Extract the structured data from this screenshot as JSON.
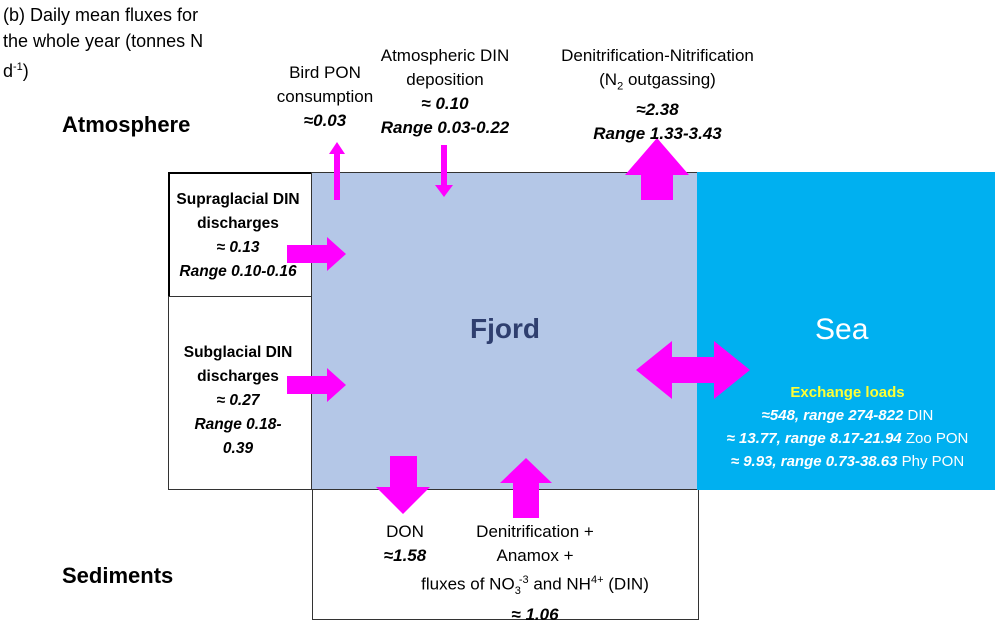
{
  "caption": {
    "line1": "(b) Daily mean fluxes for",
    "line2": "the whole year (tonnes N",
    "line3_base": "d",
    "line3_sup": "-1",
    "line3_end": ")"
  },
  "labels": {
    "atmosphere": "Atmosphere",
    "sediments": "Sediments",
    "fjord": "Fjord",
    "sea": "Sea"
  },
  "bird_pon": {
    "line1": "Bird PON",
    "line2": "consumption",
    "value": "≈0.03"
  },
  "atm_din": {
    "line1": "Atmospheric DIN",
    "line2": "deposition",
    "value": "≈ 0.10",
    "range": "Range 0.03-0.22"
  },
  "denit": {
    "line1": "Denitrification-Nitrification",
    "line2_open": "(N",
    "line2_sub": "2",
    "line2_rest": " outgassing)",
    "value": "≈2.38",
    "range": "Range 1.33-3.43"
  },
  "supraglacial": {
    "line1": "Supraglacial DIN",
    "line2": "discharges",
    "value": "≈ 0.13",
    "range": "Range 0.10-0.16"
  },
  "subglacial": {
    "line1": "Subglacial DIN",
    "line2": "discharges",
    "value": "≈ 0.27",
    "range1": "Range 0.18-",
    "range2": "0.39"
  },
  "exchange": {
    "title": "Exchange loads",
    "din_value": "≈548, range  274-822",
    "din_unit": " DIN",
    "zoo_value": "≈ 13.77, range 8.17-21.94",
    "zoo_unit": " Zoo PON",
    "phy_value": "≈ 9.93, range 0.73-38.63",
    "phy_unit": " Phy PON"
  },
  "don": {
    "label": "DON",
    "value": "≈1.58"
  },
  "sed_denit": {
    "line1": "Denitrification +",
    "line2": "Anamox +",
    "line3_a": "fluxes of NO",
    "line3_sub": "3",
    "line3_sup": "-3",
    "line3_b": " and NH",
    "line3_sup2": "4",
    "line3_sup2b": "+",
    "line3_c": " (DIN)",
    "value": "≈ 1.06"
  },
  "colors": {
    "fjord_fill": "#b4c7e7",
    "fjord_text": "#2f3f6f",
    "sea_fill": "#00b0f0",
    "arrow": "#ff00ff",
    "exchange_title": "#ffff33"
  }
}
